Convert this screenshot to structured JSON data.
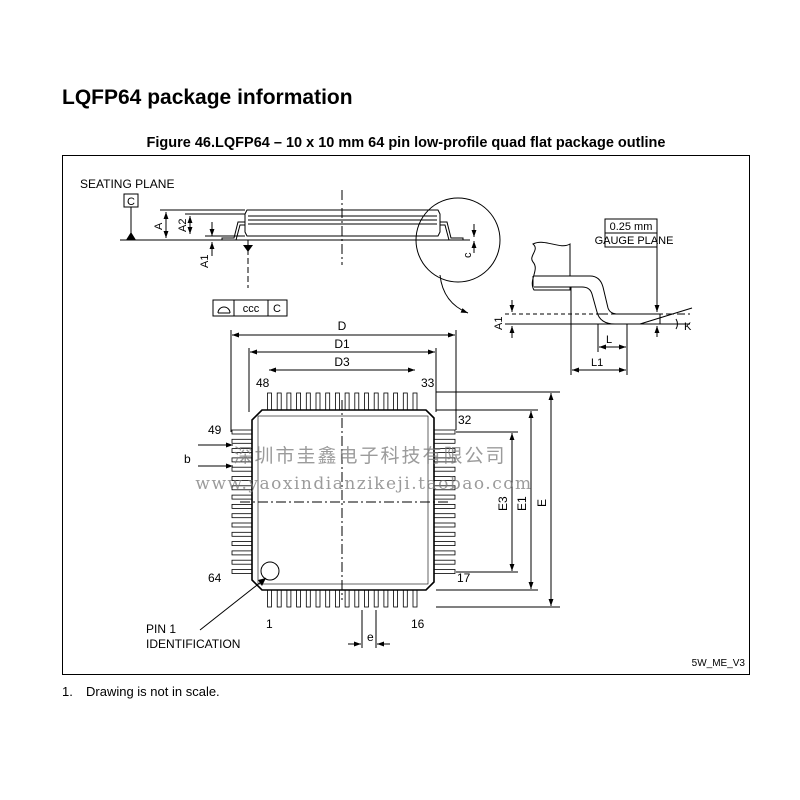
{
  "section_title": "LQFP64 package information",
  "figure_caption": "Figure 46.LQFP64 – 10 x 10 mm 64 pin low-profile quad flat package outline",
  "side_view": {
    "seating_plane_label": "SEATING PLANE",
    "datum_label": "C",
    "dim_a": "A",
    "dim_a2": "A2",
    "dim_a1": "A1",
    "dim_c": "c",
    "tolerance_value": "ccc",
    "tolerance_datum": "C"
  },
  "detail_view": {
    "gauge_value": "0.25 mm",
    "gauge_label": "GAUGE PLANE",
    "dim_a1": "A1",
    "dim_l": "L",
    "dim_l1": "L1",
    "dim_k": "K"
  },
  "top_view": {
    "dim_d": "D",
    "dim_d1": "D1",
    "dim_d3": "D3",
    "dim_e": "E",
    "dim_e1": "E1",
    "dim_e3": "E3",
    "dim_b": "b",
    "dim_e_pitch": "e",
    "pin_48": "48",
    "pin_33": "33",
    "pin_32": "32",
    "pin_49": "49",
    "pin_64": "64",
    "pin_17": "17",
    "pin_1": "1",
    "pin_16": "16",
    "pin1_id_line1": "PIN 1",
    "pin1_id_line2": "IDENTIFICATION"
  },
  "drawing_ref": "5W_ME_V3",
  "watermark": {
    "line1": "深圳市圭鑫电子科技有限公司",
    "line2": "www.yaoxindianzikeji.taobao.com"
  },
  "footnote": {
    "number": "1.",
    "text": "Drawing is not in scale."
  }
}
